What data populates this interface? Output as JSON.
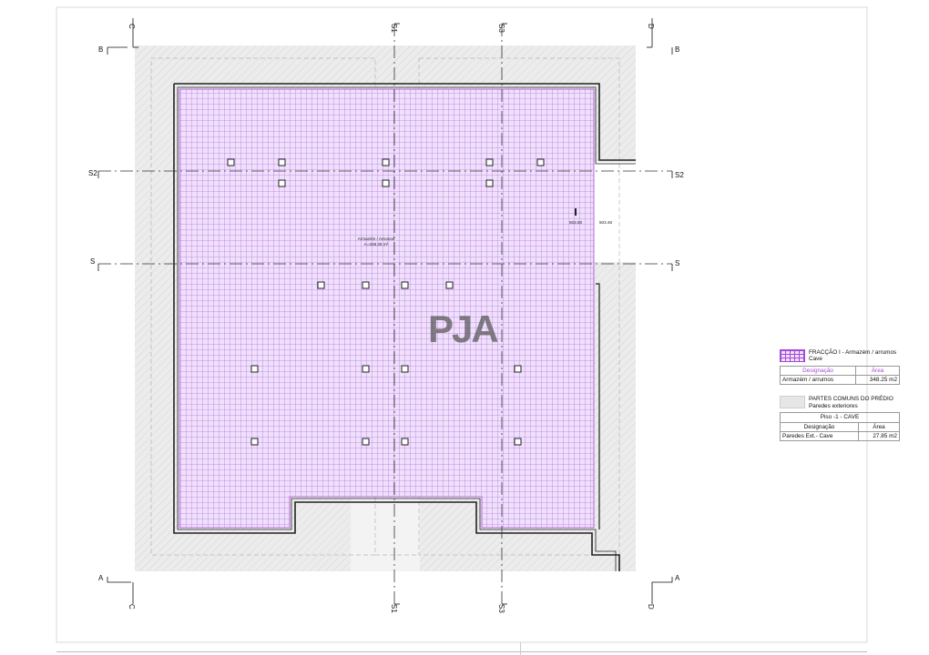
{
  "markers": {
    "cut_B": "B",
    "cut_A": "A",
    "cut_C": "C",
    "cut_D": "D",
    "cut_S1": "S1",
    "cut_S3": "S3",
    "cut_S2": "S2",
    "cut_S": "S"
  },
  "room": {
    "name": "Armazém / Arrumos",
    "area": "A=348.25 m²"
  },
  "levels": {
    "level_1": "503.50",
    "level_2": "503.46"
  },
  "watermark": "PJA",
  "legend": {
    "fraction": {
      "title": "FRACÇÃO I  - Armazém / arrumos",
      "subtitle": "Cave",
      "col_name": "Designação",
      "col_area": "Área",
      "row_name": "Armazém / arrumos",
      "row_area": "348.25 m2"
    },
    "common": {
      "title": "PARTES COMUNS DO PRÉDIO",
      "subtitle": "Paredes exteriores",
      "table_title": "Piso -1 - CAVE",
      "col_name": "Designação",
      "col_area": "Área",
      "row_name": "Paredes Ext.- Cave",
      "row_area": "27.85 m2"
    }
  },
  "colors": {
    "grid": "#a44bd4",
    "fill": "#efe0fb",
    "hatch": "#e6e6e6"
  }
}
